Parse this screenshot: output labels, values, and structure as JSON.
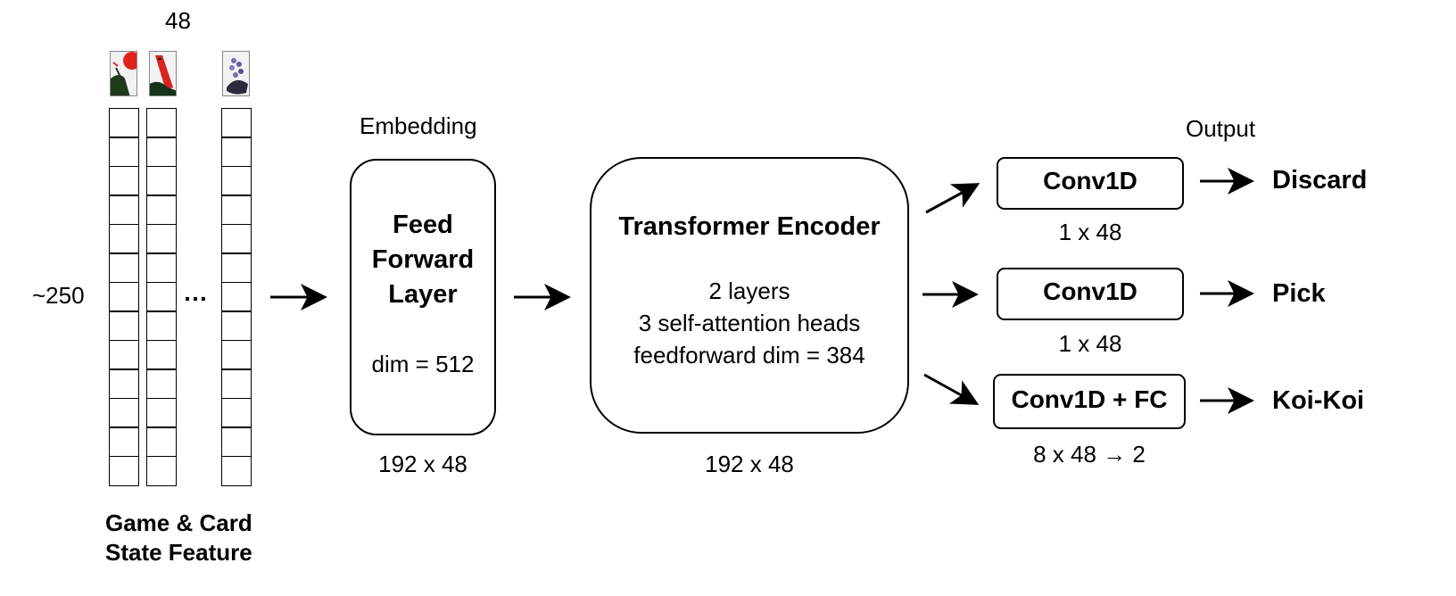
{
  "feature": {
    "top_count": "48",
    "side_count": "~250",
    "ellipsis": "…",
    "title_line1": "Game & Card",
    "title_line2": "State Feature",
    "card_icons": [
      "hanafuda-sun-crane-card-icon",
      "hanafuda-red-ribbon-card-icon",
      "hanafuda-wisteria-card-icon"
    ]
  },
  "embedding": {
    "header": "Embedding",
    "title_line1": "Feed",
    "title_line2": "Forward",
    "title_line3": "Layer",
    "dim": "dim = 512",
    "shape": "192 x 48"
  },
  "encoder": {
    "title": "Transformer Encoder",
    "line1": "2 layers",
    "line2": "3 self-attention heads",
    "line3": "feedforward dim = 384",
    "shape": "192 x 48"
  },
  "output": {
    "header": "Output",
    "heads": [
      {
        "label": "Conv1D",
        "shape": "1 x 48",
        "result": "Discard"
      },
      {
        "label": "Conv1D",
        "shape": "1 x 48",
        "result": "Pick"
      },
      {
        "label": "Conv1D + FC",
        "shape": "8 x 48 → 2",
        "result": "Koi-Koi"
      }
    ]
  }
}
